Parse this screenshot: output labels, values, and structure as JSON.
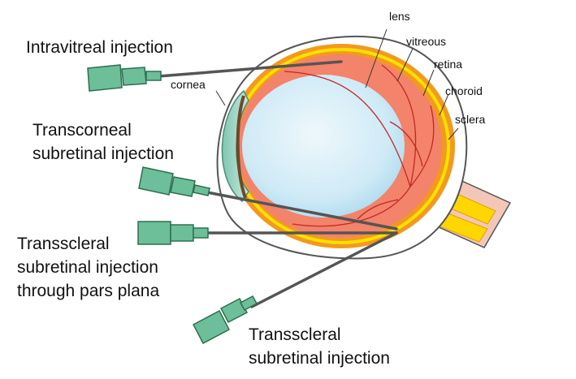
{
  "title": "",
  "injection_routes": {
    "intravitreal": "Intravitreal injection",
    "transcorneal": [
      "Transcorneal",
      "subretinal injection"
    ],
    "transscleral_pars_plana": [
      "Transscleral",
      "subretinal injection",
      "through pars plana"
    ],
    "transscleral": [
      "Transscleral",
      "subretinal injection"
    ]
  },
  "anatomy": {
    "lens": "lens",
    "vitreous": "vitreous",
    "retina": "retina",
    "choroid": "choroid",
    "sclera": "sclera",
    "cornea": "cornea"
  },
  "colors": {
    "sclera_outline": "#555555",
    "choroid": "#f29a1f",
    "retina_band": "#ffe000",
    "eye_interior": "#f3836a",
    "vitreous": "#d6eef8",
    "vessels": "#c0282a",
    "needle_hub": "#6cbf98",
    "needle_shaft": "#555555"
  }
}
